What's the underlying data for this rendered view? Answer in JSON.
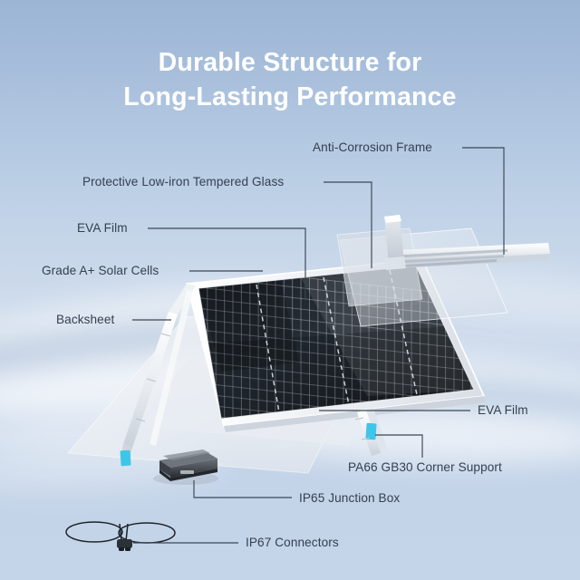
{
  "meta": {
    "domain": "product-infographic",
    "subject": "solar panel exploded structure diagram"
  },
  "colors": {
    "bg_top": "#9cb5d6",
    "bg_mid": "#cfdcec",
    "bg_bottom": "#c3d3e8",
    "title_text": "#ffffff",
    "label_text": "#33404f",
    "leader_line": "#3b4754",
    "corner_support_accent": "#3ec6e8",
    "cell_dark": "#1d2228",
    "frame_white": "#f2f4f6",
    "junction_box": "#4a5056"
  },
  "header": {
    "title_line_1": "Durable Structure for",
    "title_line_2": "Long-Lasting Performance"
  },
  "callouts": [
    {
      "id": "anti-corrosion-frame",
      "label": "Anti-Corrosion Frame",
      "side": "left-of-line"
    },
    {
      "id": "tempered-glass",
      "label": "Protective Low-iron Tempered Glass",
      "side": "left-of-line"
    },
    {
      "id": "eva-film-top",
      "label": "EVA Film",
      "side": "left-of-line"
    },
    {
      "id": "solar-cells",
      "label": "Grade A+ Solar Cells",
      "side": "left-of-line"
    },
    {
      "id": "backsheet",
      "label": "Backsheet",
      "side": "left-of-line"
    },
    {
      "id": "eva-film-bottom",
      "label": "EVA Film",
      "side": "right-of-line"
    },
    {
      "id": "corner-support",
      "label": "PA66 GB30 Corner Support",
      "side": "right-of-line"
    },
    {
      "id": "junction-box",
      "label": "IP65 Junction Box",
      "side": "right-of-line"
    },
    {
      "id": "connectors",
      "label": "IP67 Connectors",
      "side": "right-of-line"
    }
  ]
}
